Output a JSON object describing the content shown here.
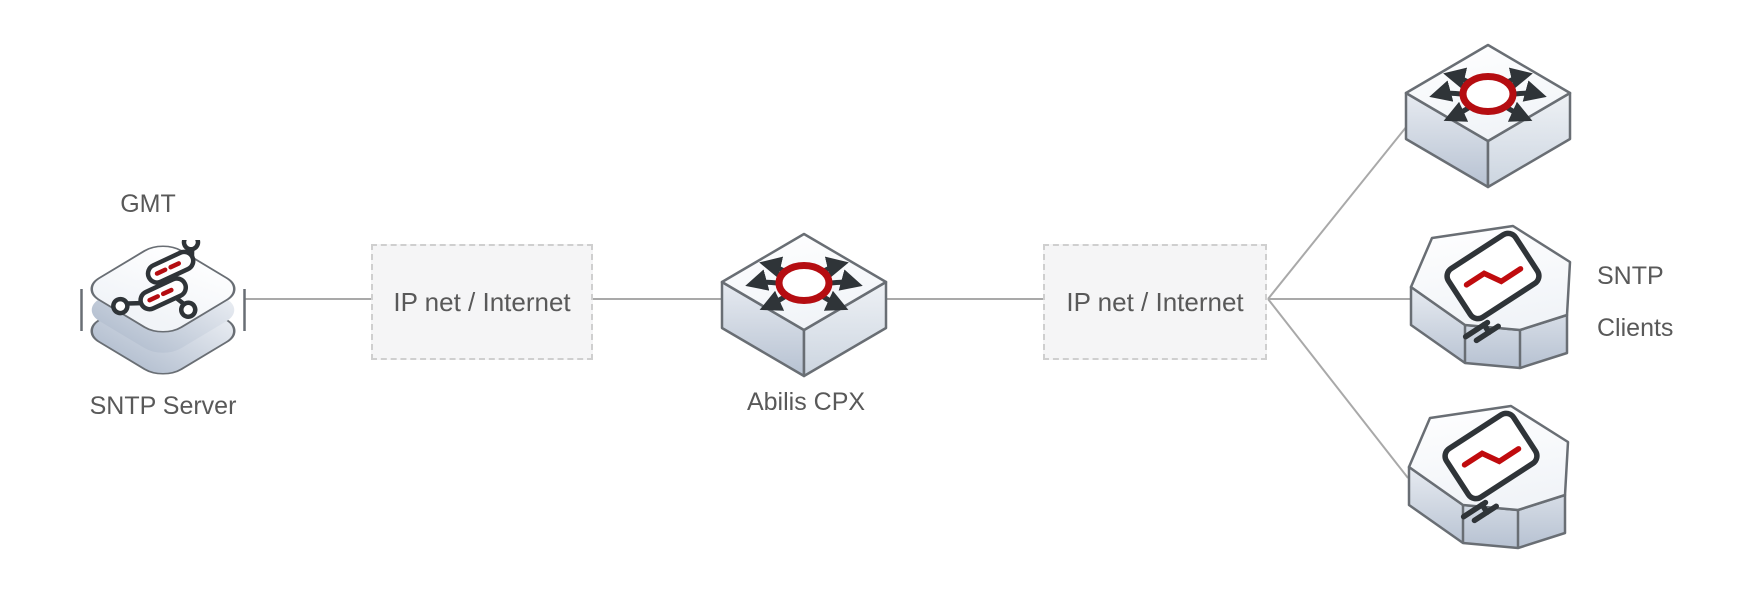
{
  "nodes": {
    "sntp_server": {
      "top_label": "GMT",
      "label": "SNTP Server",
      "icon": "server-cluster-icon"
    },
    "ip_net_left": {
      "label": "IP net / Internet"
    },
    "abilis_cpx": {
      "label": "Abilis CPX",
      "icon": "router-icon"
    },
    "ip_net_right": {
      "label": "IP net / Internet"
    },
    "client_switch": {
      "icon": "router-icon"
    },
    "client_workstation_top": {
      "icon": "workstation-icon"
    },
    "client_workstation_bottom": {
      "icon": "workstation-icon"
    },
    "clients_label": "SNTP Clients"
  },
  "colors": {
    "accent_red": "#b50d11",
    "glyph_dark": "#2f3438",
    "text_gray": "#595959",
    "edge_line": "#a9a9a9",
    "box_fill": "#f5f5f6",
    "box_border": "#cfcfcf",
    "icon_stroke": "#696e74"
  }
}
